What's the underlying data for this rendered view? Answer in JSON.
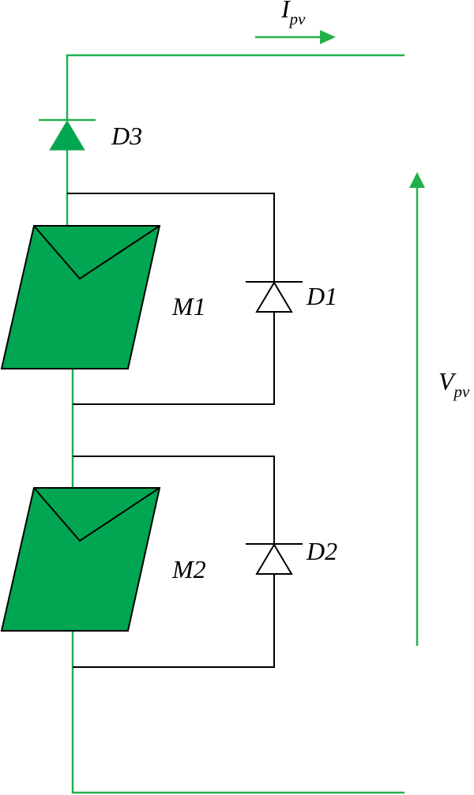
{
  "colors": {
    "main_wire": "#22b04b",
    "module_fill": "#00a651",
    "bypass_wire": "#000000",
    "label": "#000000"
  },
  "labels": {
    "current": {
      "symbol": "I",
      "subscript": "pv"
    },
    "voltage": {
      "symbol": "V",
      "subscript": "pv"
    },
    "d3": "D3",
    "d1": "D1",
    "d2": "D2",
    "m1": "M1",
    "m2": "M2"
  },
  "components": [
    {
      "id": "M1",
      "kind": "pv-module"
    },
    {
      "id": "M2",
      "kind": "pv-module"
    },
    {
      "id": "D1",
      "kind": "bypass-diode",
      "across": "M1"
    },
    {
      "id": "D2",
      "kind": "bypass-diode",
      "across": "M2"
    },
    {
      "id": "D3",
      "kind": "blocking-diode",
      "series": true
    }
  ]
}
